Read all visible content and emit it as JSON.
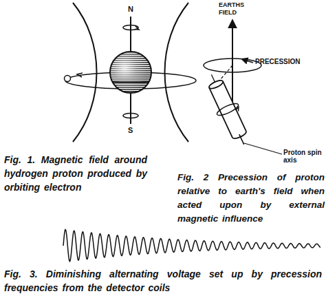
{
  "diagram": {
    "labels": [
      "N",
      "EARTHS FIELD",
      "PRECESSION",
      "S",
      "Proton spin axis",
      "Fig. 1. Magnetic field around hydrogen proton produced by orbiting electron",
      "Fig. 2 Precession of proton relative to earth's field when acted upon by external magnetic influence",
      "Fig. 3. Diminishing alternating voltage set up by precession frequencies from the detector coils"
    ]
  }
}
